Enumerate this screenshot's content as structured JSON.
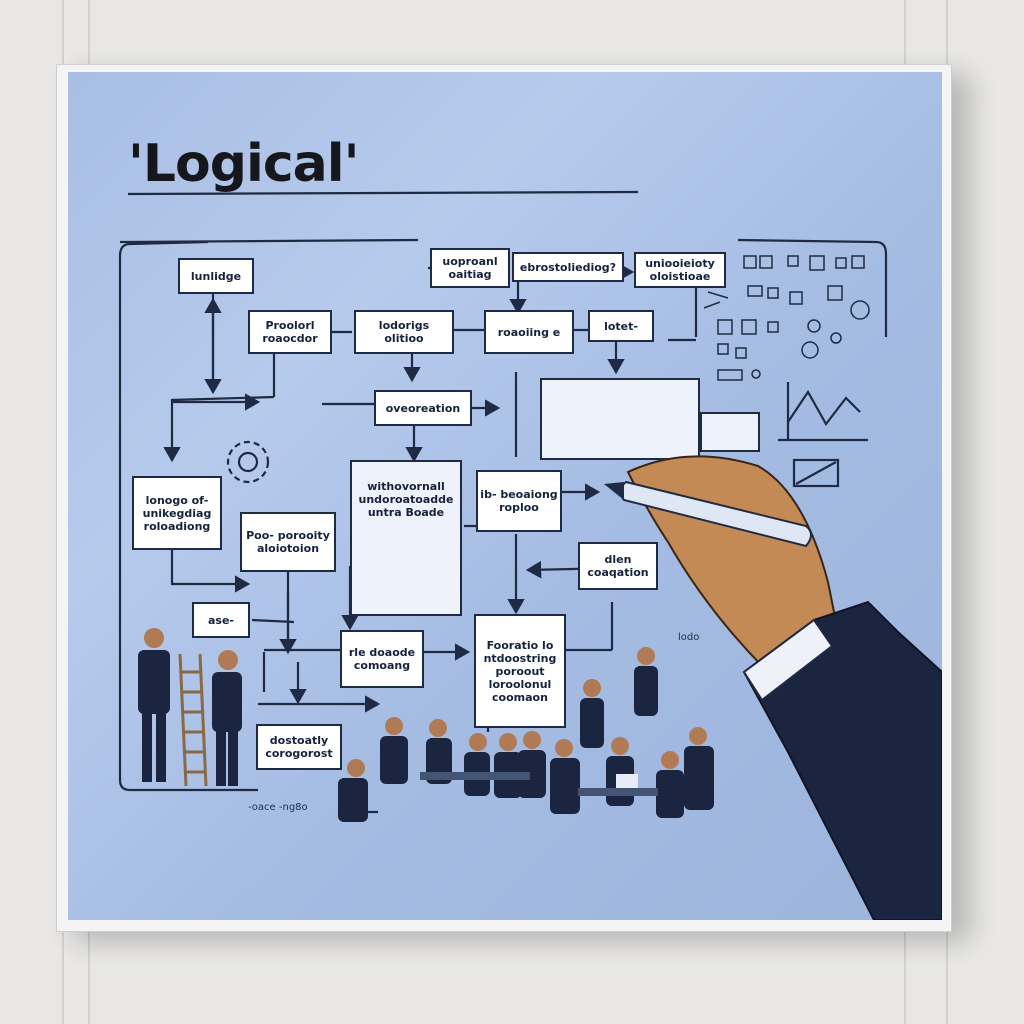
{
  "board": {
    "title": "'Logical'"
  },
  "boxes": {
    "b1": "lunlidge",
    "b2": "uoproanl oaitiag",
    "b3": "ebrostoliediog?",
    "b4": "uniooieioty oloistioae",
    "b5": "Proolorl roaocdor",
    "b6": "lodorigs olitioo",
    "b7": "roaoiing e",
    "b8": "lotet-",
    "b9": "oveoreation",
    "b10": "lonogo of- unikegdiag roloadiong",
    "b11": "Poo- porooity aloiotoion",
    "b12": "withovornall undoroatoadde untra Boade",
    "b13": "ib- beoaiong roploo",
    "b14": "dlen coaqation",
    "b15": "ase-",
    "b16": "rle doaode comoang",
    "b17": "Fooratio lo ntdoostring poroout loroolonul coomaon",
    "b18": "dostoatly corogorost",
    "b19": "lodo"
  },
  "scribbles": {
    "bottom_note": "-oace -ng8o"
  },
  "colors": {
    "board": "#a8bee3",
    "ink": "#1f2b44",
    "box_fill": "#ffffff",
    "marker": "#dfe6f4",
    "suit": "#1c2540"
  }
}
